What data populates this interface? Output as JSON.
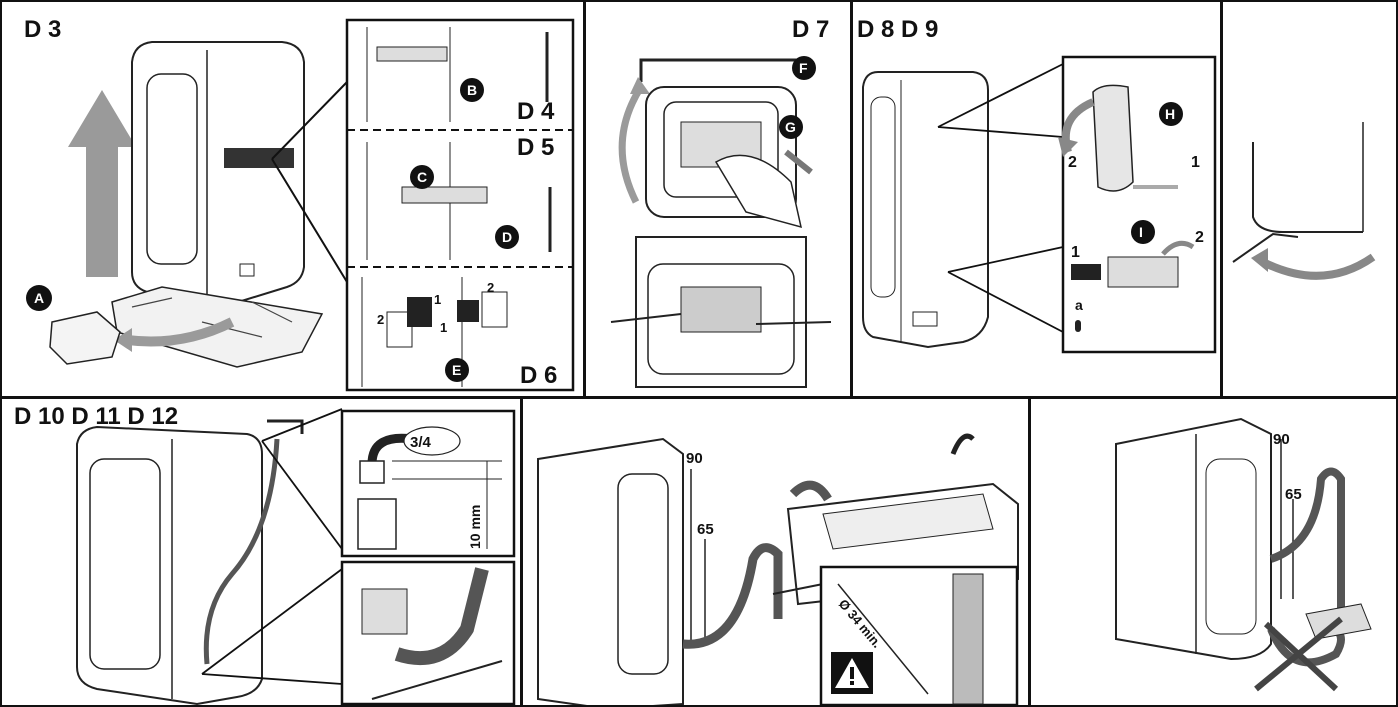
{
  "panels": {
    "d3": "D 3",
    "d4": "D 4",
    "d5": "D 5",
    "d6": "D 6",
    "d7": "D 7",
    "d8d9": "D 8 D 9",
    "d10to12": "D 10 D 11 D 12"
  },
  "callouts": {
    "a": "A",
    "b": "B",
    "c": "C",
    "d": "D",
    "e": "E",
    "f": "F",
    "g": "G",
    "h": "H",
    "i": "I"
  },
  "steps": {
    "one": "1",
    "two": "2",
    "small_a": "a"
  },
  "hose": {
    "thread": "3/4",
    "gap": "10 mm",
    "height_max": "90",
    "height_min": "65",
    "diameter": "Ø 34 min."
  },
  "colors": {
    "arrow_gray": "#9a9a9a",
    "line": "#222222",
    "callout": "#111111"
  }
}
